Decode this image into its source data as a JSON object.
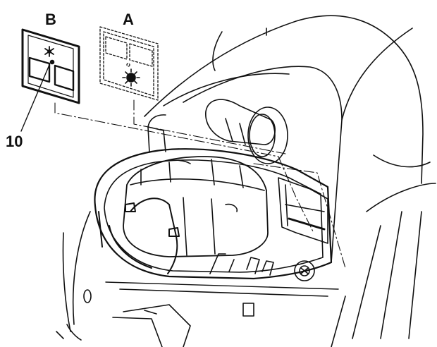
{
  "labels": {
    "panel_b": "B",
    "panel_a": "A",
    "callout": "10"
  },
  "icons": {
    "panel_b_symbol": "snowflake-icon",
    "panel_a_symbol": "sun-icon"
  },
  "colors": {
    "ink": "#111111",
    "background": "#ffffff"
  }
}
